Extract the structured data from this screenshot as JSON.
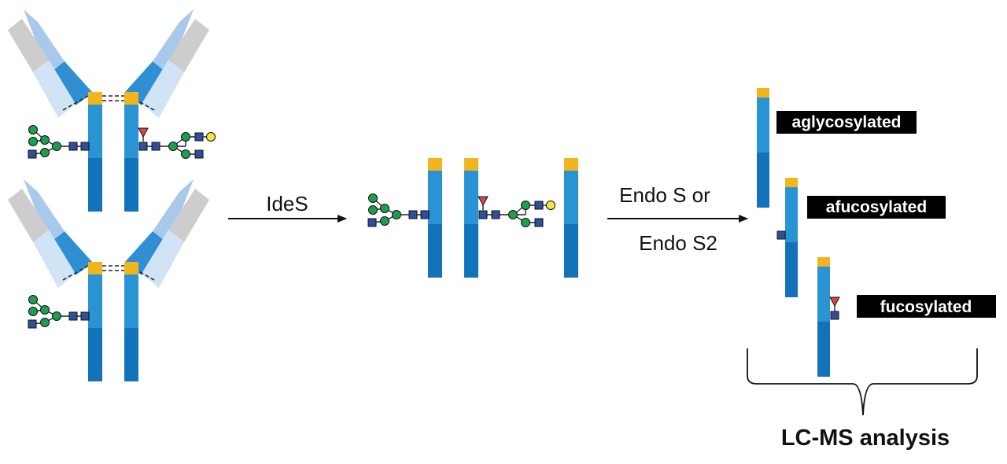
{
  "steps": {
    "ides_label": "IdeS",
    "endo_label_line1": "Endo S or",
    "endo_label_line2": "Endo S2"
  },
  "products": {
    "aglycosylated": "aglycosylated",
    "afucosylated": "afucosylated",
    "fucosylated": "fucosylated"
  },
  "analysis": {
    "label": "LC-MS analysis"
  },
  "colors": {
    "hinge": "#f2b51d",
    "heavy_upper": "#2a93d4",
    "heavy_lower": "#1273bb",
    "fab_dark": "#2f8fd2",
    "fab_light": "#a8c8ec",
    "fab_pale": "#d0e4f6",
    "light_grey": "#cdcdcd",
    "glcnac": "#2f4f9a",
    "mannose": "#1e9e4f",
    "galactose": "#f5e640",
    "fucose": "#d6434a",
    "label_bg": "#000000"
  },
  "icons": {
    "glcnac": "blue-square-icon",
    "mannose": "green-circle-icon",
    "galactose": "yellow-circle-icon",
    "fucose": "red-triangle-icon"
  }
}
